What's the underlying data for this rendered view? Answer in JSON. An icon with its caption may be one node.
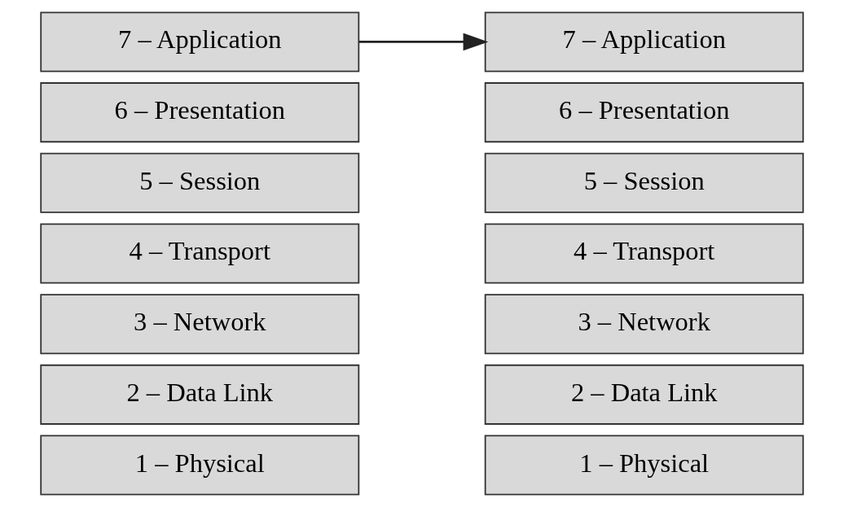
{
  "diagram": {
    "nodes": [
      {
        "text": [
          "7 – Application"
        ]
      },
      {
        "text": [
          "6 – Presentation"
        ]
      },
      {
        "text": [
          "5 – Session"
        ]
      },
      {
        "text": [
          "4 – Transport"
        ]
      },
      {
        "text": [
          "3 – Network"
        ]
      },
      {
        "text": [
          "2 – Data Link"
        ]
      },
      {
        "text": [
          "1 – Physical"
        ]
      },
      {
        "text": [
          "7 – Application"
        ]
      },
      {
        "text": [
          "6 – Presentation"
        ]
      },
      {
        "text": [
          "5 – Session"
        ]
      },
      {
        "text": [
          "4 – Transport"
        ]
      },
      {
        "text": [
          "3 – Network"
        ]
      },
      {
        "text": [
          "2 – Data Link"
        ]
      },
      {
        "text": [
          "1 – Physical"
        ]
      }
    ],
    "edges": [
      {
        "from": 0,
        "to": 7,
        "arrow": "to"
      }
    ]
  }
}
